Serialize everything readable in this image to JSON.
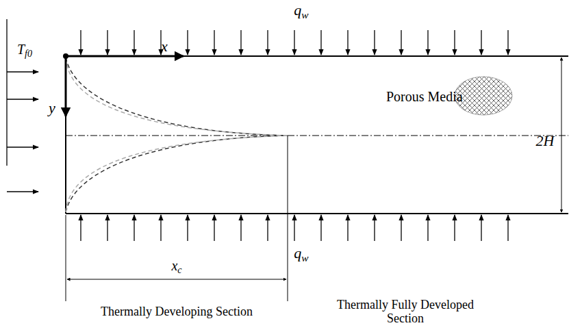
{
  "diagram": {
    "nodes": [
      {
        "text": [
          "Porous Media"
        ]
      }
    ],
    "labels": [
      "qw",
      "qw",
      "Tf0",
      "x",
      "y",
      "2H",
      "xc",
      "Thermally Developing Section",
      "Thermally Fully Developed Section"
    ]
  }
}
